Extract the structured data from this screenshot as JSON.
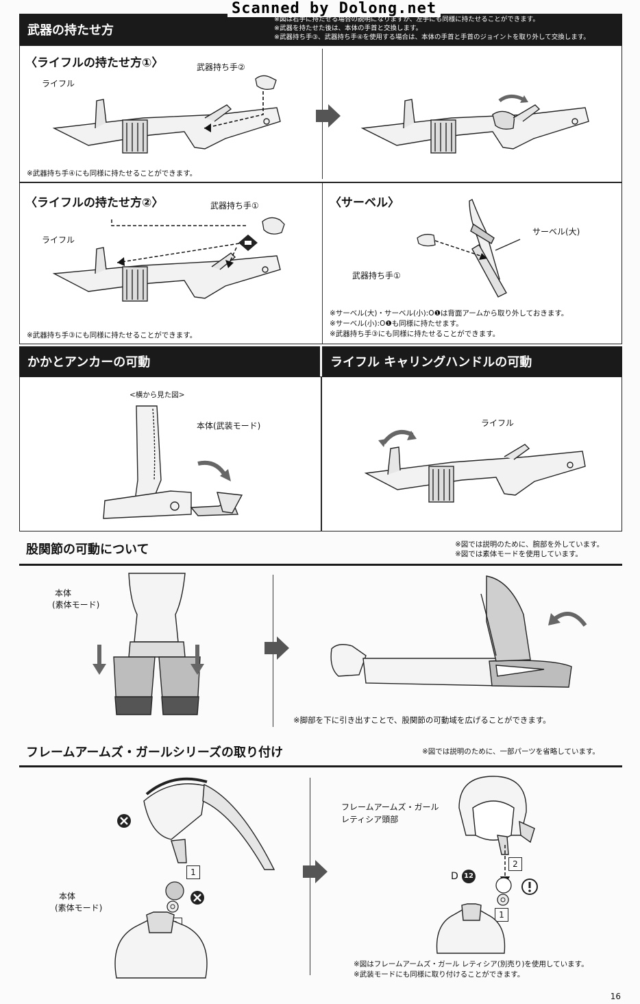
{
  "watermark": "Scanned by Dolong.net",
  "page_number": "16",
  "weapon": {
    "title": "武器の持たせ方",
    "notes": [
      "※図は右手に持たせる場合の説明になりますが、左手にも同様に持たせることができます。",
      "※武器を持たせた後は、本体の手首と交換します。",
      "※武器持ち手③、武器持ち手④を使用する場合は、本体の手首と手首のジョイントを取り外して交換します。"
    ],
    "rifle1": {
      "title": "〈ライフルの持たせ方①〉",
      "rifle_label": "ライフル",
      "hand_label": "武器持ち手②",
      "note": "※武器持ち手④にも同様に持たせることができます。"
    },
    "rifle2": {
      "title": "〈ライフルの持たせ方②〉",
      "rifle_label": "ライフル",
      "hand_label": "武器持ち手①",
      "note": "※武器持ち手③にも同様に持たせることができます。"
    },
    "saber": {
      "title": "〈サーベル〉",
      "saber_label": "サーベル(大)",
      "hand_label": "武器持ち手①",
      "notes": [
        "※サーベル(大)・サーベル(小):O❶は背面アームから取り外しておきます。",
        "※サーベル(小):O❶も同様に持たせます。",
        "※武器持ち手③にも同様に持たせることができます。"
      ]
    }
  },
  "heel": {
    "title": "かかとアンカーの可動",
    "side_view": "<横から見た図>",
    "body_label": "本体(武装モード)"
  },
  "carry": {
    "title": "ライフル キャリングハンドルの可動",
    "rifle_label": "ライフル"
  },
  "hip": {
    "title": "股関節の可動について",
    "notes": [
      "※図では説明のために、腕部を外しています。",
      "※図では素体モードを使用しています。"
    ],
    "body_label_1": "本体",
    "body_label_2": "(素体モード)",
    "bottom_note": "※脚部を下に引き出すことで、股関節の可動域を広げることができます。"
  },
  "fag": {
    "title": "フレームアームズ・ガールシリーズの取り付け",
    "note": "※図では説明のために、一部パーツを省略しています。",
    "body_label_1": "本体",
    "body_label_2": "(素体モード)",
    "step1": "1",
    "step2": "2",
    "head_label_1": "フレームアームズ・ガール",
    "head_label_2": "レティシア頭部",
    "part_letter": "D",
    "part_number": "12",
    "bottom_notes": [
      "※図はフレームアームズ・ガール レティシア(別売り)を使用しています。",
      "※武装モードにも同様に取り付けることができます。"
    ]
  }
}
